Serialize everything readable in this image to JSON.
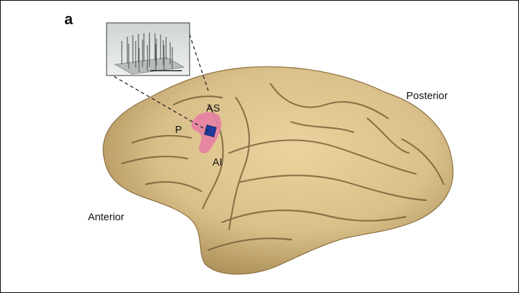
{
  "figure": {
    "panel_letter": "a",
    "directions": {
      "anterior": "Anterior",
      "posterior": "Posterior"
    },
    "anatomy_labels": {
      "arcuate_superior": "AS",
      "principal": "P",
      "arcuate_inferior": "AI"
    },
    "colors": {
      "brain": "#d9c08a",
      "brain_shadow": "#b89b62",
      "sulcus": "#6e5530",
      "target_region": "#e77fa3",
      "implant_site": "#1f3a9c",
      "inset_bg": "#d6d9d9"
    },
    "inset": {
      "content": "microelectrode-array-photo"
    }
  }
}
